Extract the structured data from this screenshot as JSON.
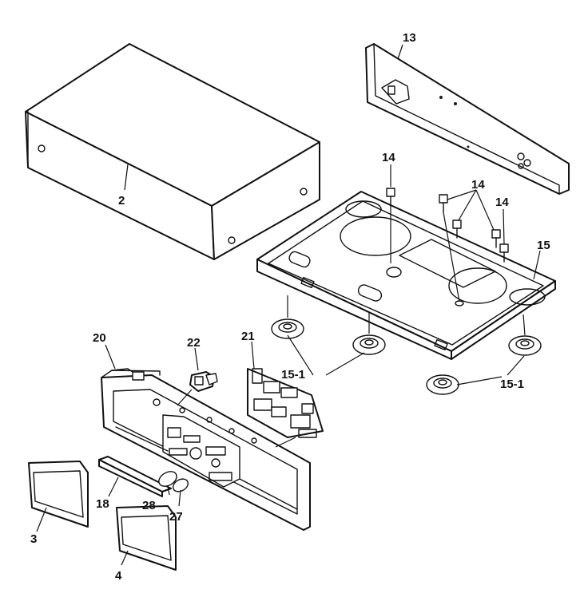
{
  "labels": {
    "p2": "2",
    "p3": "3",
    "p4": "4",
    "p13": "13",
    "p14a": "14",
    "p14b": "14",
    "p14c": "14",
    "p15": "15",
    "p15_1a": "15-1",
    "p15_1b": "15-1",
    "p18": "18",
    "p20": "20",
    "p21": "21",
    "p22": "22",
    "p27": "27",
    "p28": "28"
  }
}
